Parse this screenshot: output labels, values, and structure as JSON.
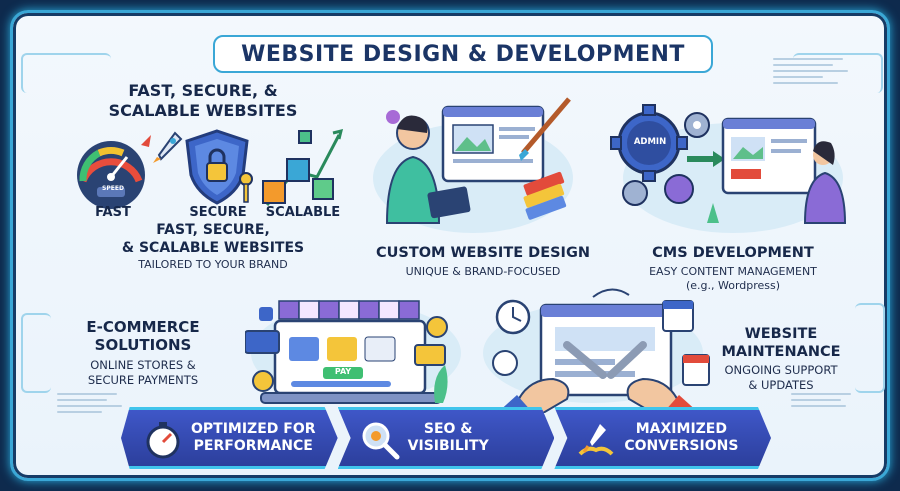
{
  "title": "WEBSITE DESIGN & DEVELOPMENT",
  "fast_secure": {
    "heading_l1": "FAST, SECURE, &",
    "heading_l2": "SCALABLE WEBSITES",
    "icons": {
      "speed": "speedometer-icon",
      "secure": "shield-lock-icon",
      "scalable": "cubes-growth-icon"
    },
    "labels": {
      "fast": "FAST",
      "speed_text": "SPEED",
      "secure": "SECURE",
      "scalable": "SCALABLE"
    },
    "footer_l1": "FAST, SECURE,",
    "footer_l2": "& SCALABLE WEBSITES",
    "footer_sub": "TAILORED TO YOUR BRAND"
  },
  "custom_design": {
    "heading": "CUSTOM WEBSITE DESIGN",
    "sub": "UNIQUE & BRAND-FOCUSED",
    "icon": "designer-tablet-icon"
  },
  "cms": {
    "heading": "CMS DEVELOPMENT",
    "sub_l1": "EASY CONTENT MANAGEMENT",
    "sub_l2": "(e.g., Wordpress)",
    "admin_label": "ADMIN",
    "icon": "admin-gear-icon"
  },
  "ecommerce": {
    "heading_l1": "E-COMMERCE",
    "heading_l2": "SOLUTIONS",
    "sub_l1": "ONLINE STORES &",
    "sub_l2": "SECURE PAYMENTS",
    "pay_label": "PAY",
    "icon": "storefront-laptop-icon"
  },
  "maintenance": {
    "heading_l1": "WEBSITE",
    "heading_l2": "MAINTENANCE",
    "sub_l1": "ONGOING SUPPORT",
    "sub_l2": "& UPDATES",
    "icon": "wrench-hands-icon"
  },
  "bottom": [
    {
      "l1": "OPTIMIZED FOR",
      "l2": "PERFORMANCE",
      "icon": "stopwatch-icon"
    },
    {
      "l1": "SEO &",
      "l2": "VISIBILITY",
      "icon": "magnifier-gear-icon"
    },
    {
      "l1": "MAXIMIZED",
      "l2": "CONVERSIONS",
      "icon": "rocket-handshake-icon"
    }
  ],
  "colors": {
    "navy": "#17284a",
    "accent": "#3aa7d6",
    "bar": "#3f57c8",
    "frame_bg": "#0e2a4d"
  }
}
